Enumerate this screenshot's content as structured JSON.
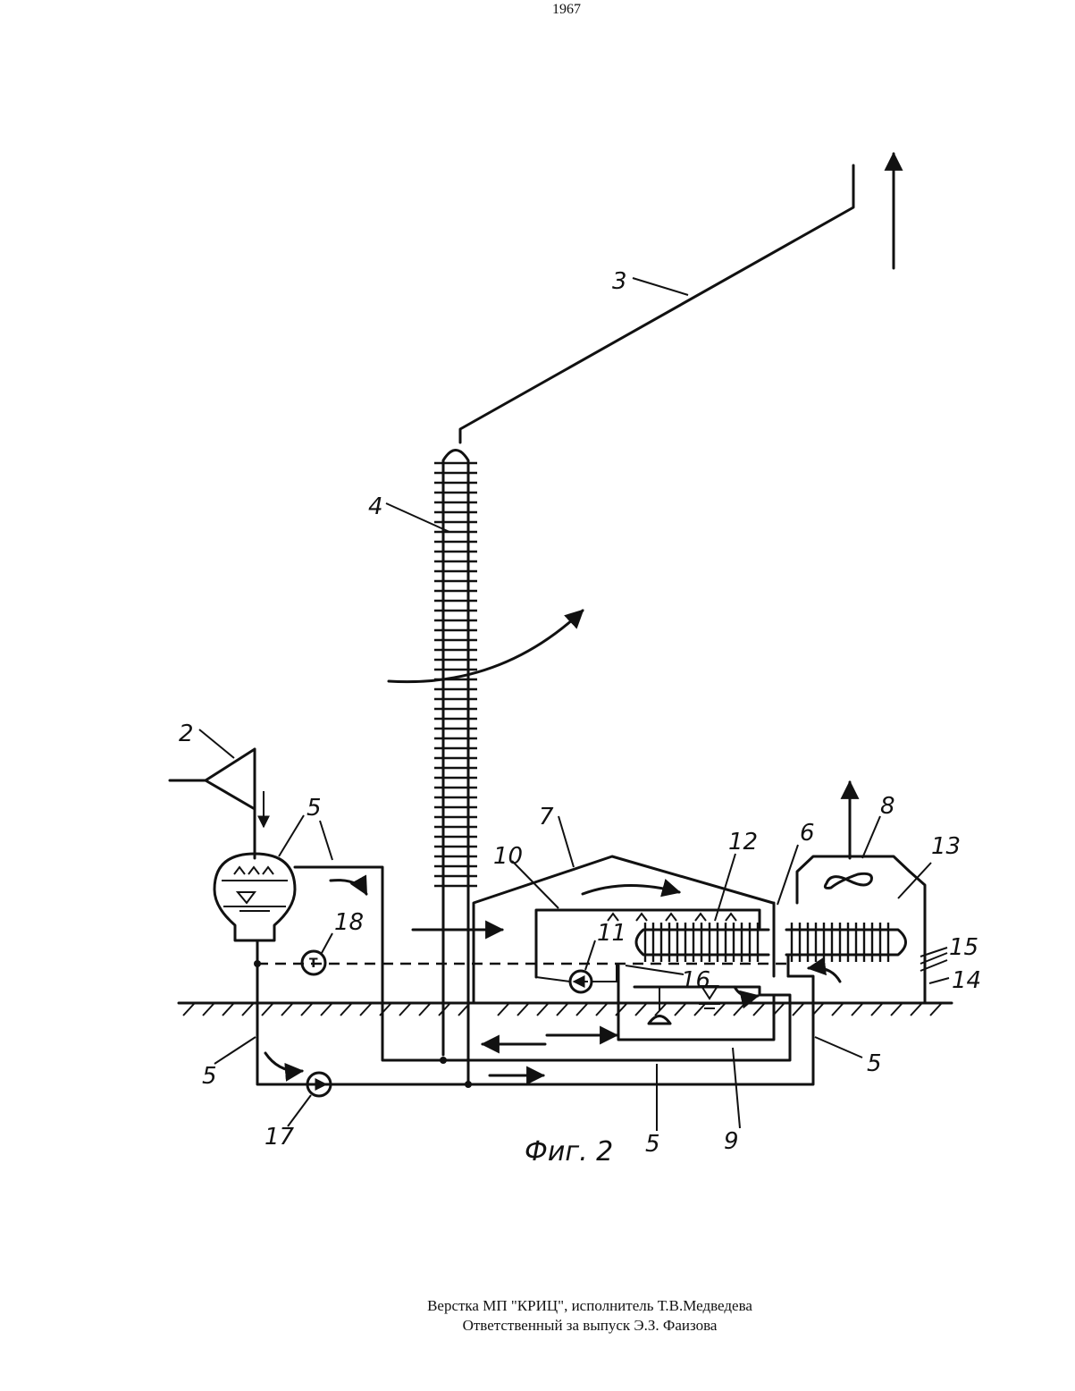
{
  "header": {
    "page_number": "1967"
  },
  "figure": {
    "caption": "Фиг. 2",
    "labels": {
      "l2": "2",
      "l3": "3",
      "l4": "4",
      "l5a": "5",
      "l5b": "5",
      "l5c": "5",
      "l5d": "5",
      "l6": "6",
      "l7": "7",
      "l8": "8",
      "l9": "9",
      "l10": "10",
      "l11": "11",
      "l12": "12",
      "l13": "13",
      "l14": "14",
      "l15": "15",
      "l16": "16",
      "l17": "17",
      "l18": "18"
    },
    "gauge_symbol": "T"
  },
  "footer": {
    "line1": "Верстка МП \"КРИЦ\", исполнитель Т.В.Медведева",
    "line2": "Ответственный за выпуск Э.З. Фаизова"
  }
}
